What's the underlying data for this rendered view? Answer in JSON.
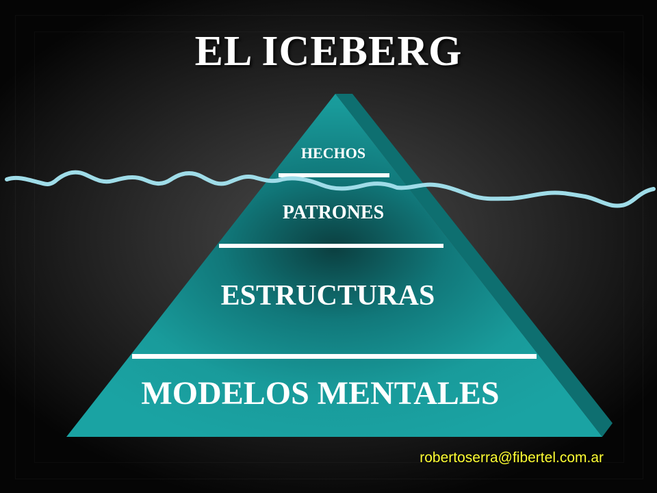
{
  "slide": {
    "title": "EL ICEBERG",
    "credit": "robertoserra@fibertel.com.ar"
  },
  "pyramid": {
    "layers": [
      {
        "label": "HECHOS"
      },
      {
        "label": "PATRONES"
      },
      {
        "label": "ESTRUCTURAS"
      },
      {
        "label": "MODELOS MENTALES"
      }
    ]
  },
  "colors": {
    "face": "#199b9b",
    "side": "#0e6f70",
    "label": "#ffffff",
    "waterline": "#9fdce8",
    "credit": "#ffff33"
  },
  "icons": [
    "iceberg-pyramid",
    "water-line"
  ]
}
